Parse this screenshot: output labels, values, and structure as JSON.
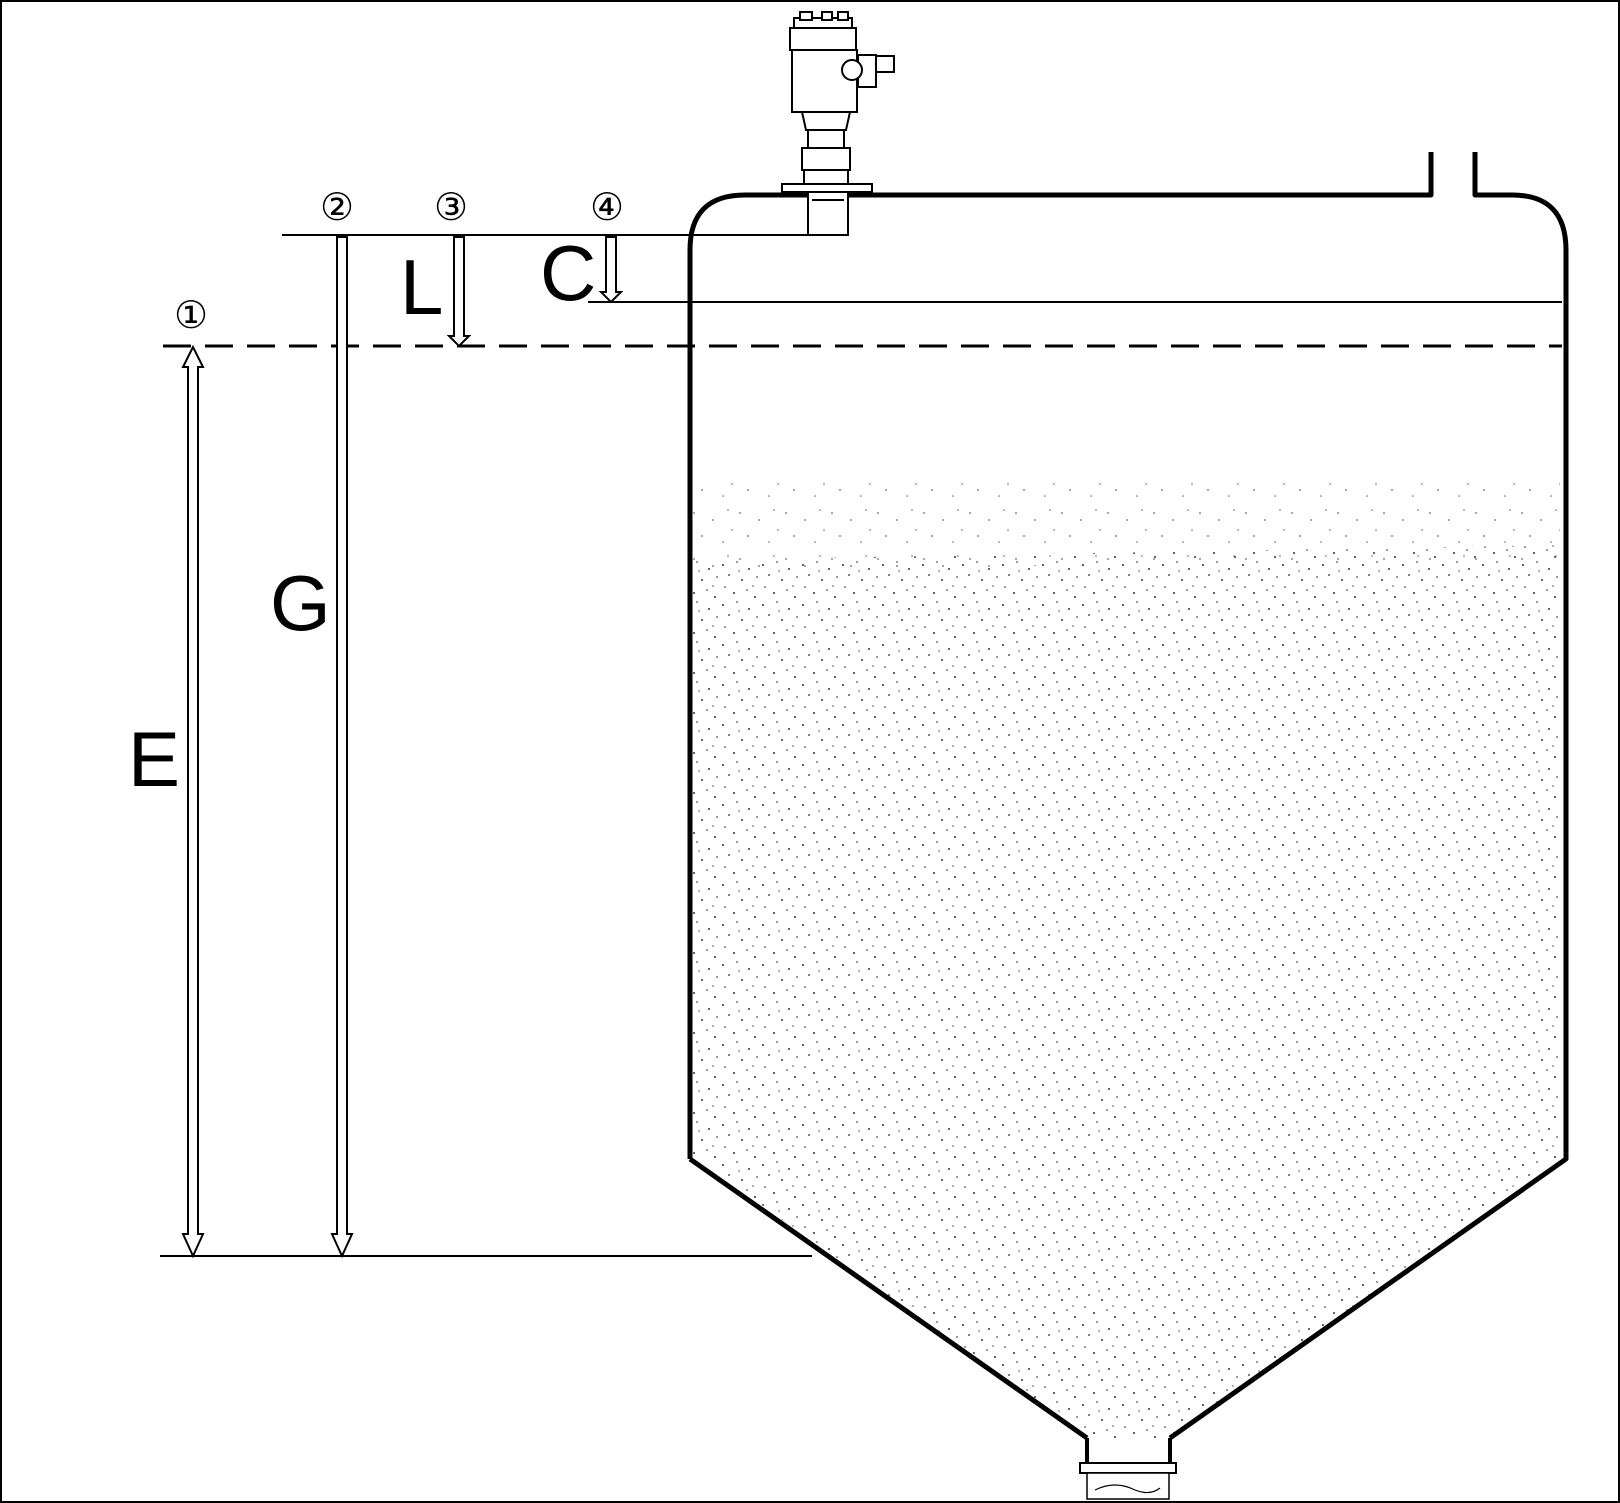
{
  "labels": {
    "E": "E",
    "G": "G",
    "L": "L",
    "C": "C"
  },
  "markers": {
    "m1": "①",
    "m2": "②",
    "m3": "③",
    "m4": "④"
  },
  "colors": {
    "line": "#000000",
    "background": "#ffffff",
    "material_dots": "#444444"
  },
  "icons": {
    "sensor": "radar-level-sensor-icon",
    "outlet": "discharge-outlet-icon"
  }
}
